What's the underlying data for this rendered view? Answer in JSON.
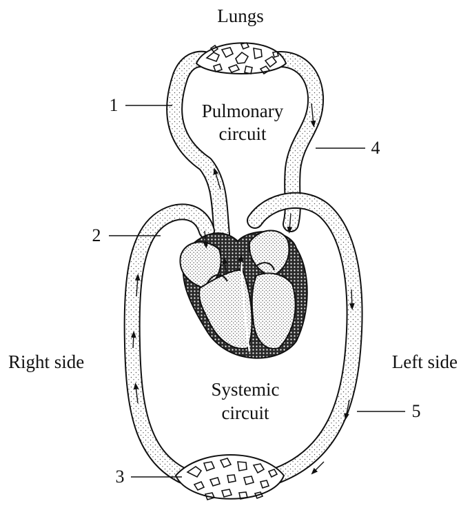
{
  "labels": {
    "top": "Lungs",
    "pulmonary_line1": "Pulmonary",
    "pulmonary_line2": "circuit",
    "systemic_line1": "Systemic",
    "systemic_line2": "circuit",
    "right_side": "Right side",
    "left_side": "Left side"
  },
  "callouts": [
    "1",
    "2",
    "3",
    "4",
    "5"
  ],
  "colors": {
    "ink": "#111111",
    "stipple": "#555555",
    "heart_wall": "#2a2a2a"
  }
}
